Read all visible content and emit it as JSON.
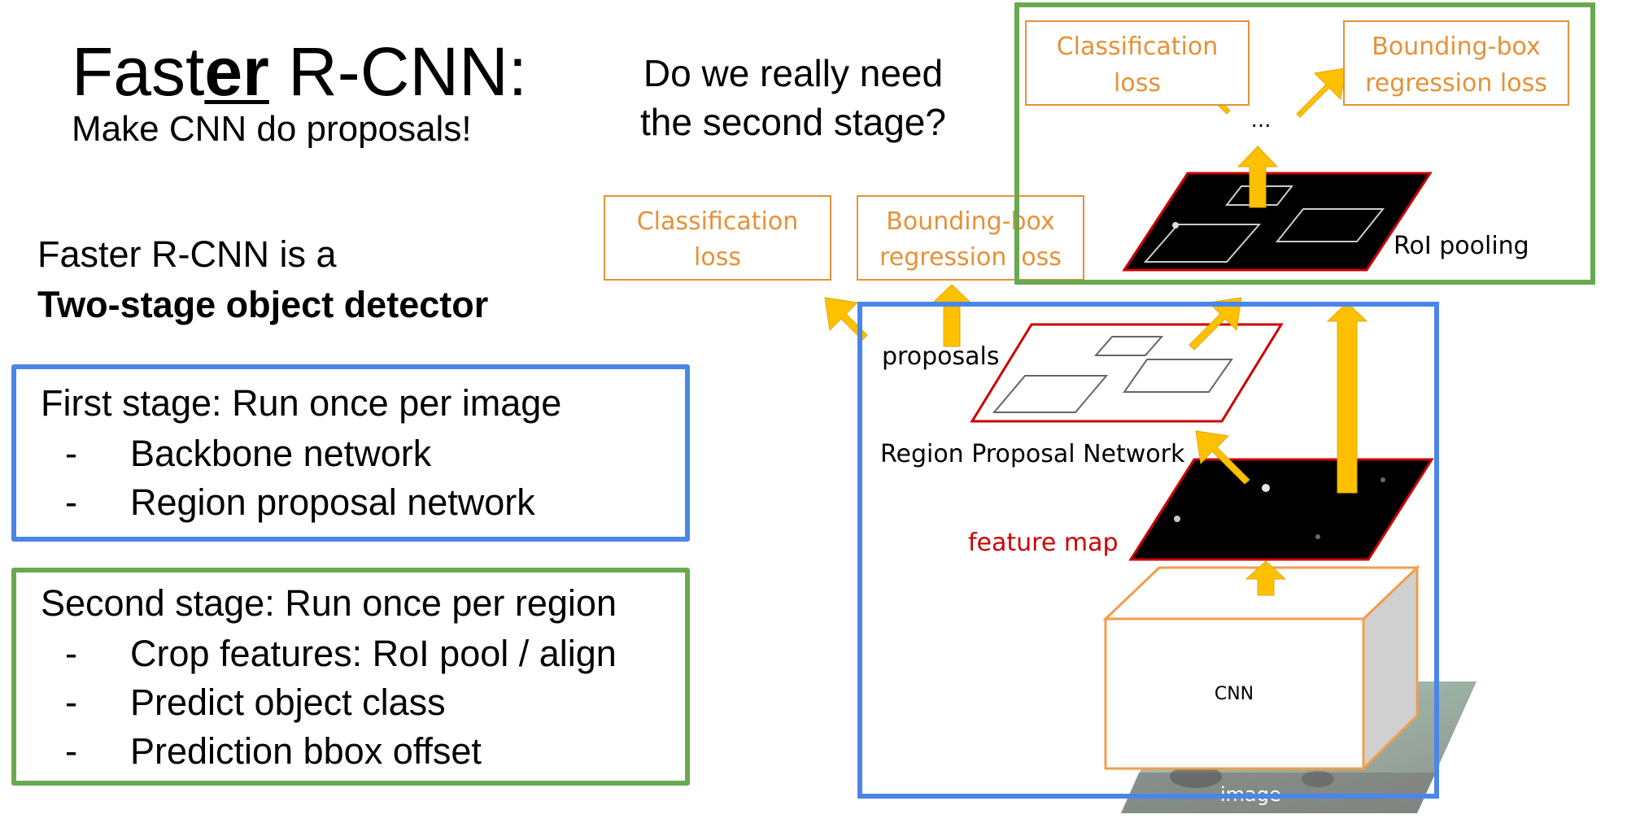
{
  "title": {
    "prefix": "Fast",
    "emph": "er",
    "suffix": " R-CNN:"
  },
  "subtitle": "Make CNN do proposals!",
  "question": "Do we really need the second stage?",
  "intro": {
    "line1": "Faster R-CNN is a",
    "line2": "Two-stage object detector"
  },
  "stage1": {
    "title": "First stage: Run once per image",
    "items": [
      "Backbone network",
      "Region proposal network"
    ]
  },
  "stage2": {
    "title": "Second stage: Run once per region",
    "items": [
      "Crop features: RoI pool / align",
      "Predict object class",
      "Prediction bbox offset"
    ]
  },
  "bullet_dash": "-",
  "diagram": {
    "loss_cls_top": {
      "line1": "Classification",
      "line2": "loss"
    },
    "loss_bbox_top": {
      "line1": "Bounding-box",
      "line2": "regression loss"
    },
    "loss_cls_mid": {
      "line1": "Classification",
      "line2": "loss"
    },
    "loss_bbox_mid": {
      "line1": "Bounding-box",
      "line2": "regression loss"
    },
    "ellipsis": "...",
    "roi_pooling": "RoI pooling",
    "proposals": "proposals",
    "rpn": "Region Proposal Network",
    "feature_map": "feature map",
    "cnn": "CNN",
    "image": "image"
  },
  "colors": {
    "blue_box": "#4a86e8",
    "green_box": "#6aa84f",
    "loss_orange": "#e69138",
    "arrow_yellow": "#ffc000",
    "red_outline": "#cc0000",
    "cnn_orange": "#f39c4c"
  }
}
